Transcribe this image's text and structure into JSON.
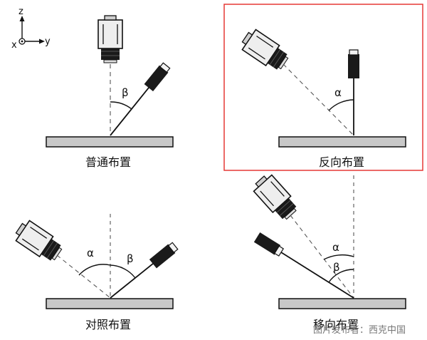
{
  "axes": {
    "z": "z",
    "y": "y",
    "x": "x"
  },
  "panels": [
    {
      "caption": "普通布置",
      "angle_symbol": "β",
      "highlighted": false
    },
    {
      "caption": "反向布置",
      "angle_symbol": "α",
      "highlighted": true
    },
    {
      "caption": "对照布置",
      "angle_symbols": [
        "α",
        "β"
      ],
      "highlighted": false
    },
    {
      "caption": "移向布置",
      "angle_symbols": [
        "α",
        "β"
      ],
      "highlighted": false
    }
  ],
  "watermark": "图片发布者：西克中国",
  "colors": {
    "highlight_border": "#e53935",
    "plate": "#c8c8c8",
    "camera_body": "#e8e8e8",
    "lens": "#1a1a1a"
  }
}
